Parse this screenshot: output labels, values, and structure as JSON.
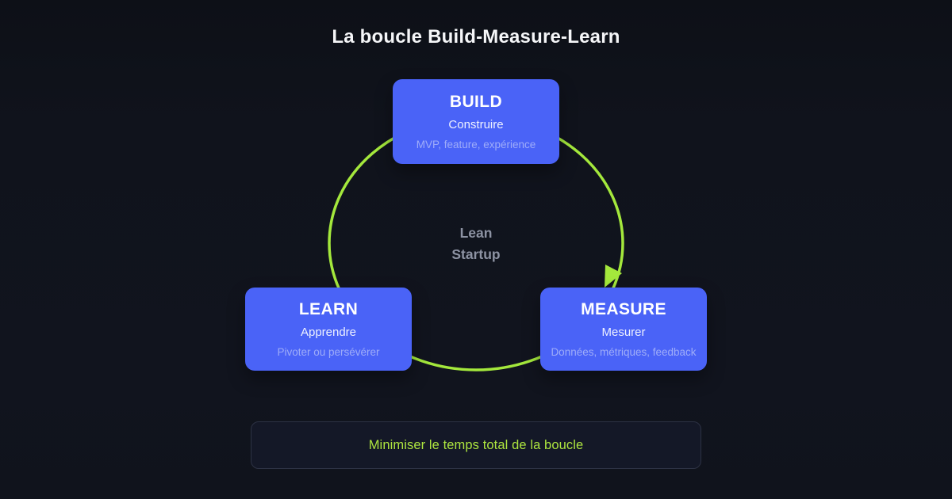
{
  "title": "La boucle Build-Measure-Learn",
  "center_label": {
    "line1": "Lean",
    "line2": "Startup"
  },
  "nodes": [
    {
      "id": "build",
      "heading": "BUILD",
      "subtitle": "Construire",
      "description": "MVP, feature, expérience"
    },
    {
      "id": "measure",
      "heading": "MEASURE",
      "subtitle": "Mesurer",
      "description": "Données, métriques, feedback"
    },
    {
      "id": "learn",
      "heading": "LEARN",
      "subtitle": "Apprendre",
      "description": "Pivoter ou persévérer"
    }
  ],
  "footer": {
    "note": "Minimiser le temps total de la boucle"
  },
  "colors": {
    "background": "#10131c",
    "node_fill": "#4a63f7",
    "loop_stroke": "#a4e83c",
    "accent_text": "#aee63f",
    "muted_text": "#8d93a3"
  }
}
